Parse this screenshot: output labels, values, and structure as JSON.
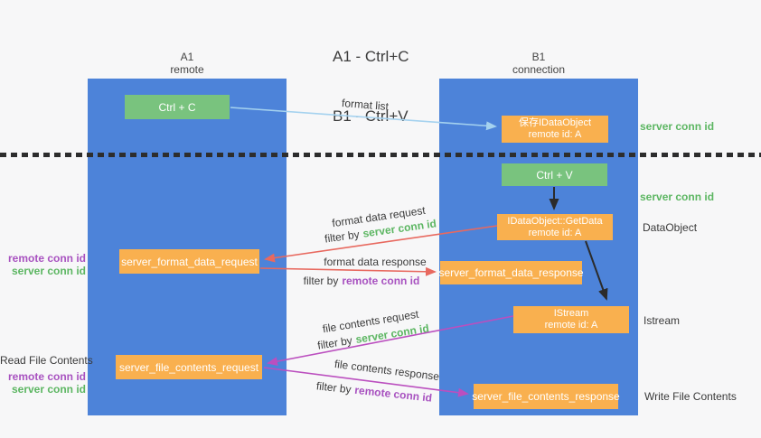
{
  "title": {
    "line1": "A1 - Ctrl+C",
    "line2": "B1 - Ctrl+V"
  },
  "columns": {
    "a1": {
      "title": "A1",
      "subtitle": "remote"
    },
    "b1": {
      "title": "B1",
      "subtitle": "connection"
    }
  },
  "nodes": {
    "ctrl_c": "Ctrl + C",
    "save_dataobject": {
      "line1": "保存IDataObject",
      "line2": "remote id: A"
    },
    "ctrl_v": "Ctrl + V",
    "getdata": {
      "line1": "IDataObject::GetData",
      "line2": "remote id: A"
    },
    "istream": {
      "line1": "IStream",
      "line2": "remote id: A"
    },
    "server_format_data_request": "server_format_data_request",
    "server_format_data_response": "server_format_data_response",
    "server_file_contents_request": "server_file_contents_request",
    "server_file_contents_response": "server_file_contents_response"
  },
  "flow_labels": {
    "format_list": "format list",
    "format_data_request": "format data request",
    "format_data_response": "format data response",
    "file_contents_request": "file contents request",
    "file_contents_response": "file contents response",
    "filter_by": "filter by",
    "server_conn_id": "server conn id",
    "remote_conn_id": "remote conn id"
  },
  "side_labels": {
    "server_conn_id_top": "server conn id",
    "server_conn_id_mid": "server conn id",
    "dataobject": "DataObject",
    "istream": "Istream",
    "write_file_contents": "Write File Contents",
    "remote_conn_id_format": "remote conn id",
    "server_conn_id_format": "server conn id",
    "read_file_contents": "Read File Contents",
    "remote_conn_id_file": "remote conn id",
    "server_conn_id_file": "server conn id"
  },
  "colors": {
    "column_blue": "#4d83d9",
    "node_green": "#79c37e",
    "node_orange": "#f9b04f",
    "green_text": "#5cb662",
    "purple_text": "#a852c0",
    "red_arrow": "#e8695f",
    "magenta_arrow": "#bb4fbf",
    "light_blue_arrow": "#a5d2ef",
    "black_arrow": "#2b2b2b"
  }
}
